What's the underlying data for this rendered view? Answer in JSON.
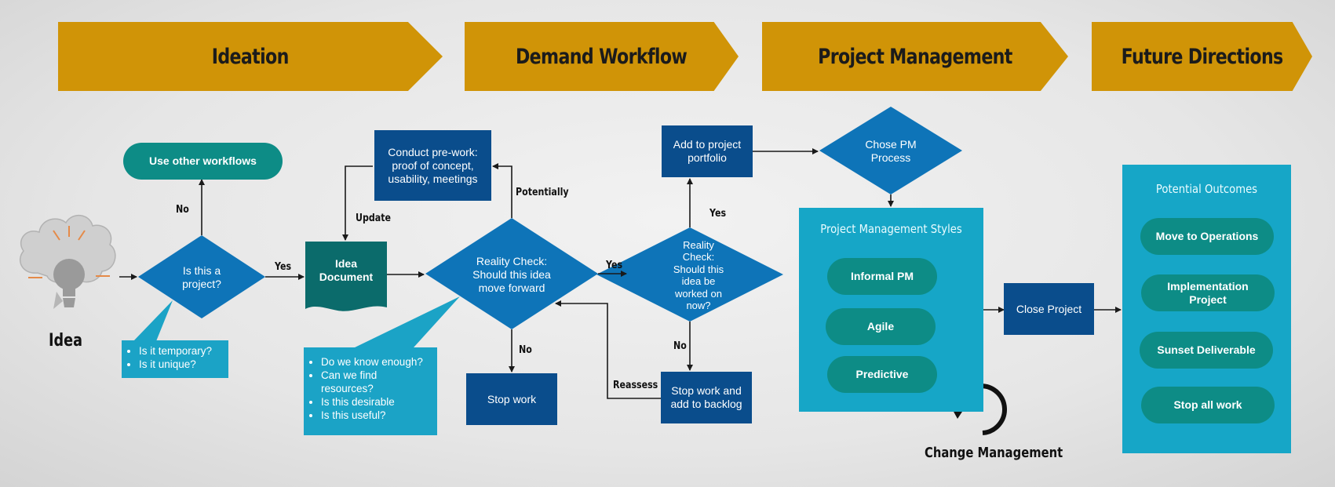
{
  "phases": [
    {
      "label": "Ideation"
    },
    {
      "label": "Demand Workflow"
    },
    {
      "label": "Project Management"
    },
    {
      "label": "Future Directions"
    }
  ],
  "nodes": {
    "idea_label": "Idea",
    "use_other": "Use other workflows",
    "is_project": "Is this a project?",
    "idea_document": "Idea Document",
    "conduct_prework": "Conduct pre-work: proof of concept, usability, meetings",
    "reality_check_1": "Reality Check: Should this idea move forward",
    "stop_work": "Stop work",
    "reality_check_2": "Reality Check: Should this idea be worked on now?",
    "add_portfolio": "Add to project portfolio",
    "stop_backlog": "Stop work and add to backlog",
    "chose_pm": "Chose PM Process",
    "close_project": "Close Project"
  },
  "edge_labels": {
    "no_1": "No",
    "yes_1": "Yes",
    "update": "Update",
    "potentially": "Potentially",
    "no_2": "No",
    "yes_2": "Yes",
    "yes_3": "Yes",
    "no_3": "No",
    "reassess": "Reassess"
  },
  "callouts": {
    "project_questions": [
      "Is it temporary?",
      "Is it unique?"
    ],
    "reality_questions": [
      "Do we know enough?",
      "Can we find resources?",
      "Is this desirable",
      "Is this useful?"
    ]
  },
  "pm_styles": {
    "title": "Project Management Styles",
    "items": [
      "Informal PM",
      "Agile",
      "Predictive"
    ]
  },
  "change_management": "Change Management",
  "outcomes": {
    "title": "Potential Outcomes",
    "items": [
      "Move to Operations",
      "Implementation Project",
      "Sunset Deliverable",
      "Stop all work"
    ]
  },
  "colors": {
    "phase": "#d09407",
    "navy": "#0a4d8c",
    "diamond": "#0e74b8",
    "teal_dark": "#0b6b6b",
    "teal_pill": "#0d8c86",
    "cyan_panel": "#16a6c7",
    "callout": "#1ba3c6",
    "line": "#1a1a1a"
  }
}
